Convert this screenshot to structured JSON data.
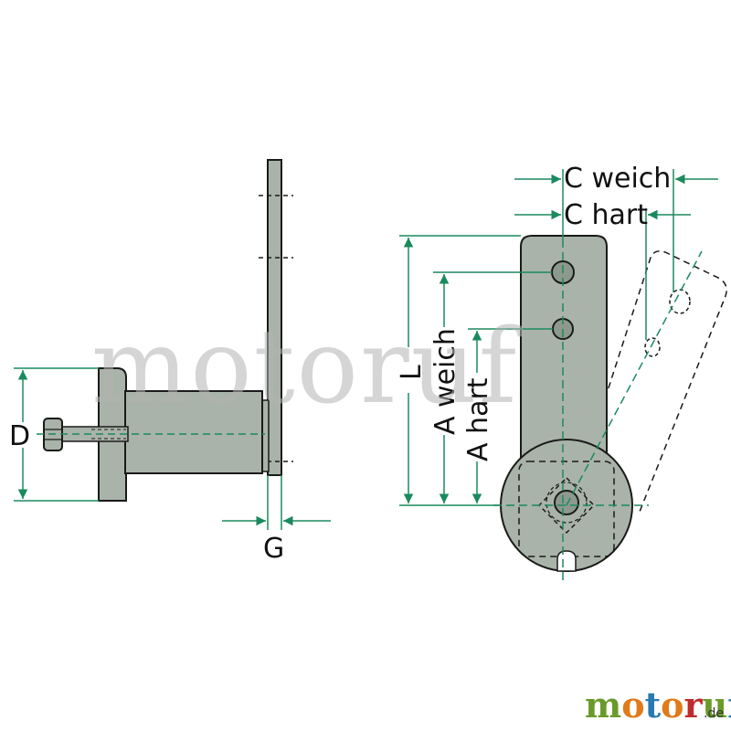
{
  "labels": {
    "c_weich": "C weich",
    "c_hart": "C hart",
    "l": "L",
    "a_weich": "A weich",
    "a_hart": "A hart",
    "d": "D",
    "g": "G"
  },
  "watermark": {
    "text": "motoruf"
  },
  "logo": {
    "letters": [
      "m",
      "o",
      "t",
      "o",
      "r",
      "u",
      "f"
    ],
    "tld": ".de"
  },
  "colors": {
    "part_fill": "#a9b3a9",
    "outline": "#1a1a1a",
    "dimension": "#1a8a5e",
    "centerline": "#1a8a5e",
    "label": "#111111",
    "watermark": "#b3b3b3",
    "logo_letters": [
      "#6a9a2a",
      "#e07a1a",
      "#2a7ab0",
      "#e07a1a",
      "#c02a2a",
      "#6a9a2a",
      "#2a7ab0"
    ],
    "logo_tld": "#333333"
  }
}
